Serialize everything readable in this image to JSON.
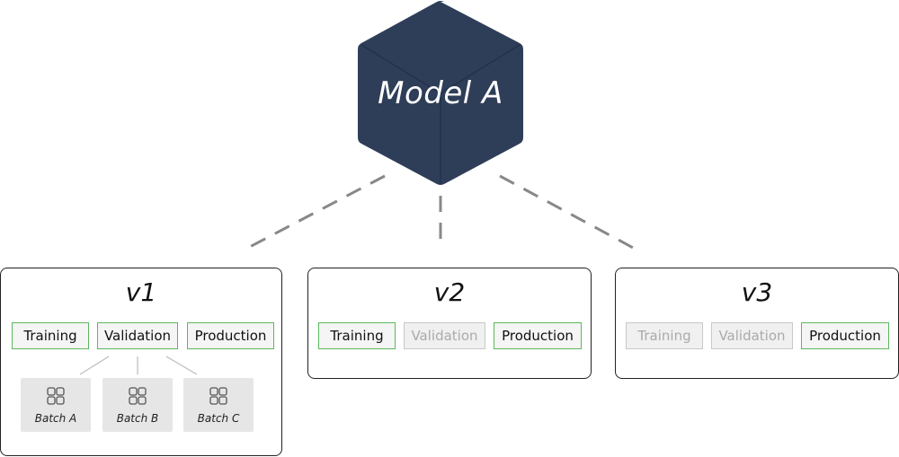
{
  "model": {
    "name": "Model A",
    "color": "#2e3e58"
  },
  "versions": [
    {
      "name": "v1",
      "stages": [
        {
          "label": "Training",
          "active": true
        },
        {
          "label": "Validation",
          "active": true
        },
        {
          "label": "Production",
          "active": true
        }
      ],
      "batches": [
        "Batch A",
        "Batch B",
        "Batch C"
      ]
    },
    {
      "name": "v2",
      "stages": [
        {
          "label": "Training",
          "active": true
        },
        {
          "label": "Validation",
          "active": false
        },
        {
          "label": "Production",
          "active": true
        }
      ]
    },
    {
      "name": "v3",
      "stages": [
        {
          "label": "Training",
          "active": false
        },
        {
          "label": "Validation",
          "active": false
        },
        {
          "label": "Production",
          "active": true
        }
      ]
    }
  ],
  "colors": {
    "active_border": "#5cb85c",
    "inactive_border": "#c8c8c8",
    "inactive_text": "#aaaaaa"
  }
}
